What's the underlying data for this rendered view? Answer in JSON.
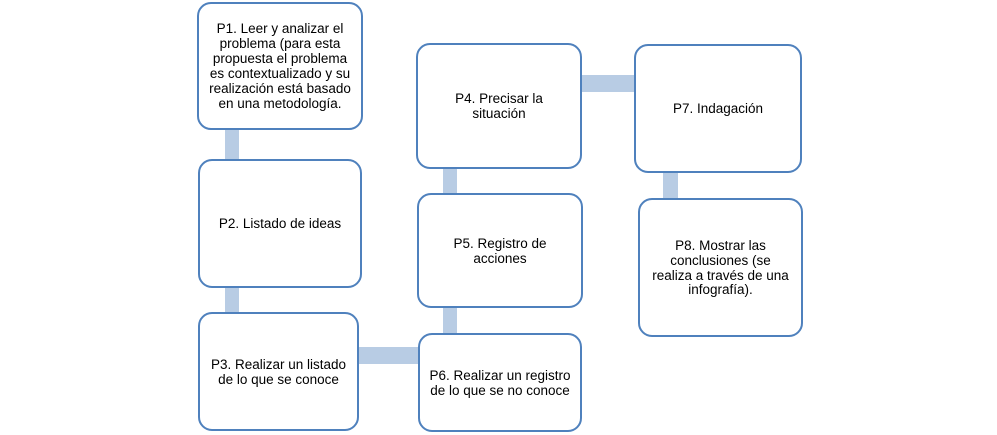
{
  "diagram": {
    "type": "flowchart",
    "nodes": {
      "p1": {
        "id": "P1",
        "label": "P1. Leer y analizar el problema (para esta propuesta el problema es contextualizado y su realización está basado en una metodología."
      },
      "p2": {
        "id": "P2",
        "label": "P2. Listado de ideas"
      },
      "p3": {
        "id": "P3",
        "label": "P3. Realizar un listado de lo que se conoce"
      },
      "p4": {
        "id": "P4",
        "label": "P4. Precisar la situación"
      },
      "p5": {
        "id": "P5",
        "label": "P5. Registro de acciones"
      },
      "p6": {
        "id": "P6",
        "label": "P6. Realizar un registro de lo que se no conoce"
      },
      "p7": {
        "id": "P7",
        "label": "P7. Indagación"
      },
      "p8": {
        "id": "P8",
        "label": "P8. Mostrar las conclusiones (se realiza a través de una infografía)."
      }
    },
    "edges": [
      {
        "from": "P1",
        "to": "P2"
      },
      {
        "from": "P2",
        "to": "P3"
      },
      {
        "from": "P3",
        "to": "P6"
      },
      {
        "from": "P4",
        "to": "P5"
      },
      {
        "from": "P5",
        "to": "P6"
      },
      {
        "from": "P4",
        "to": "P7"
      },
      {
        "from": "P7",
        "to": "P8"
      }
    ],
    "colors": {
      "box_border": "#4f81bd",
      "box_fill": "#ffffff",
      "connector": "#b8cce4",
      "text": "#000000"
    }
  }
}
